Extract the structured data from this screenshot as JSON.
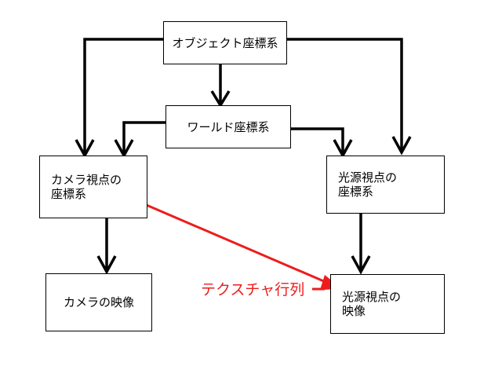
{
  "nodes": {
    "object": {
      "lines": [
        "オブジェクト座標系"
      ]
    },
    "world": {
      "lines": [
        "ワールド座標系"
      ]
    },
    "camera_view": {
      "lines": [
        "カメラ視点の",
        "座標系"
      ]
    },
    "light_view": {
      "lines": [
        "光源視点の",
        "座標系"
      ]
    },
    "camera_image": {
      "lines": [
        "カメラの映像"
      ]
    },
    "light_image": {
      "lines": [
        "光源視点の",
        "映像"
      ]
    }
  },
  "edges": [
    {
      "from": "object",
      "to": "camera_view"
    },
    {
      "from": "object",
      "to": "world"
    },
    {
      "from": "object",
      "to": "light_view"
    },
    {
      "from": "world",
      "to": "camera_view"
    },
    {
      "from": "world",
      "to": "light_view"
    },
    {
      "from": "camera_view",
      "to": "camera_image"
    },
    {
      "from": "light_view",
      "to": "light_image"
    },
    {
      "from": "camera_view",
      "to": "light_image",
      "label": "テクスチャ行列",
      "color": "#ee1c1c"
    }
  ],
  "edge_label": "テクスチャ行列",
  "colors": {
    "line": "#000000",
    "highlight": "#ee1c1c",
    "background": "#ffffff"
  }
}
